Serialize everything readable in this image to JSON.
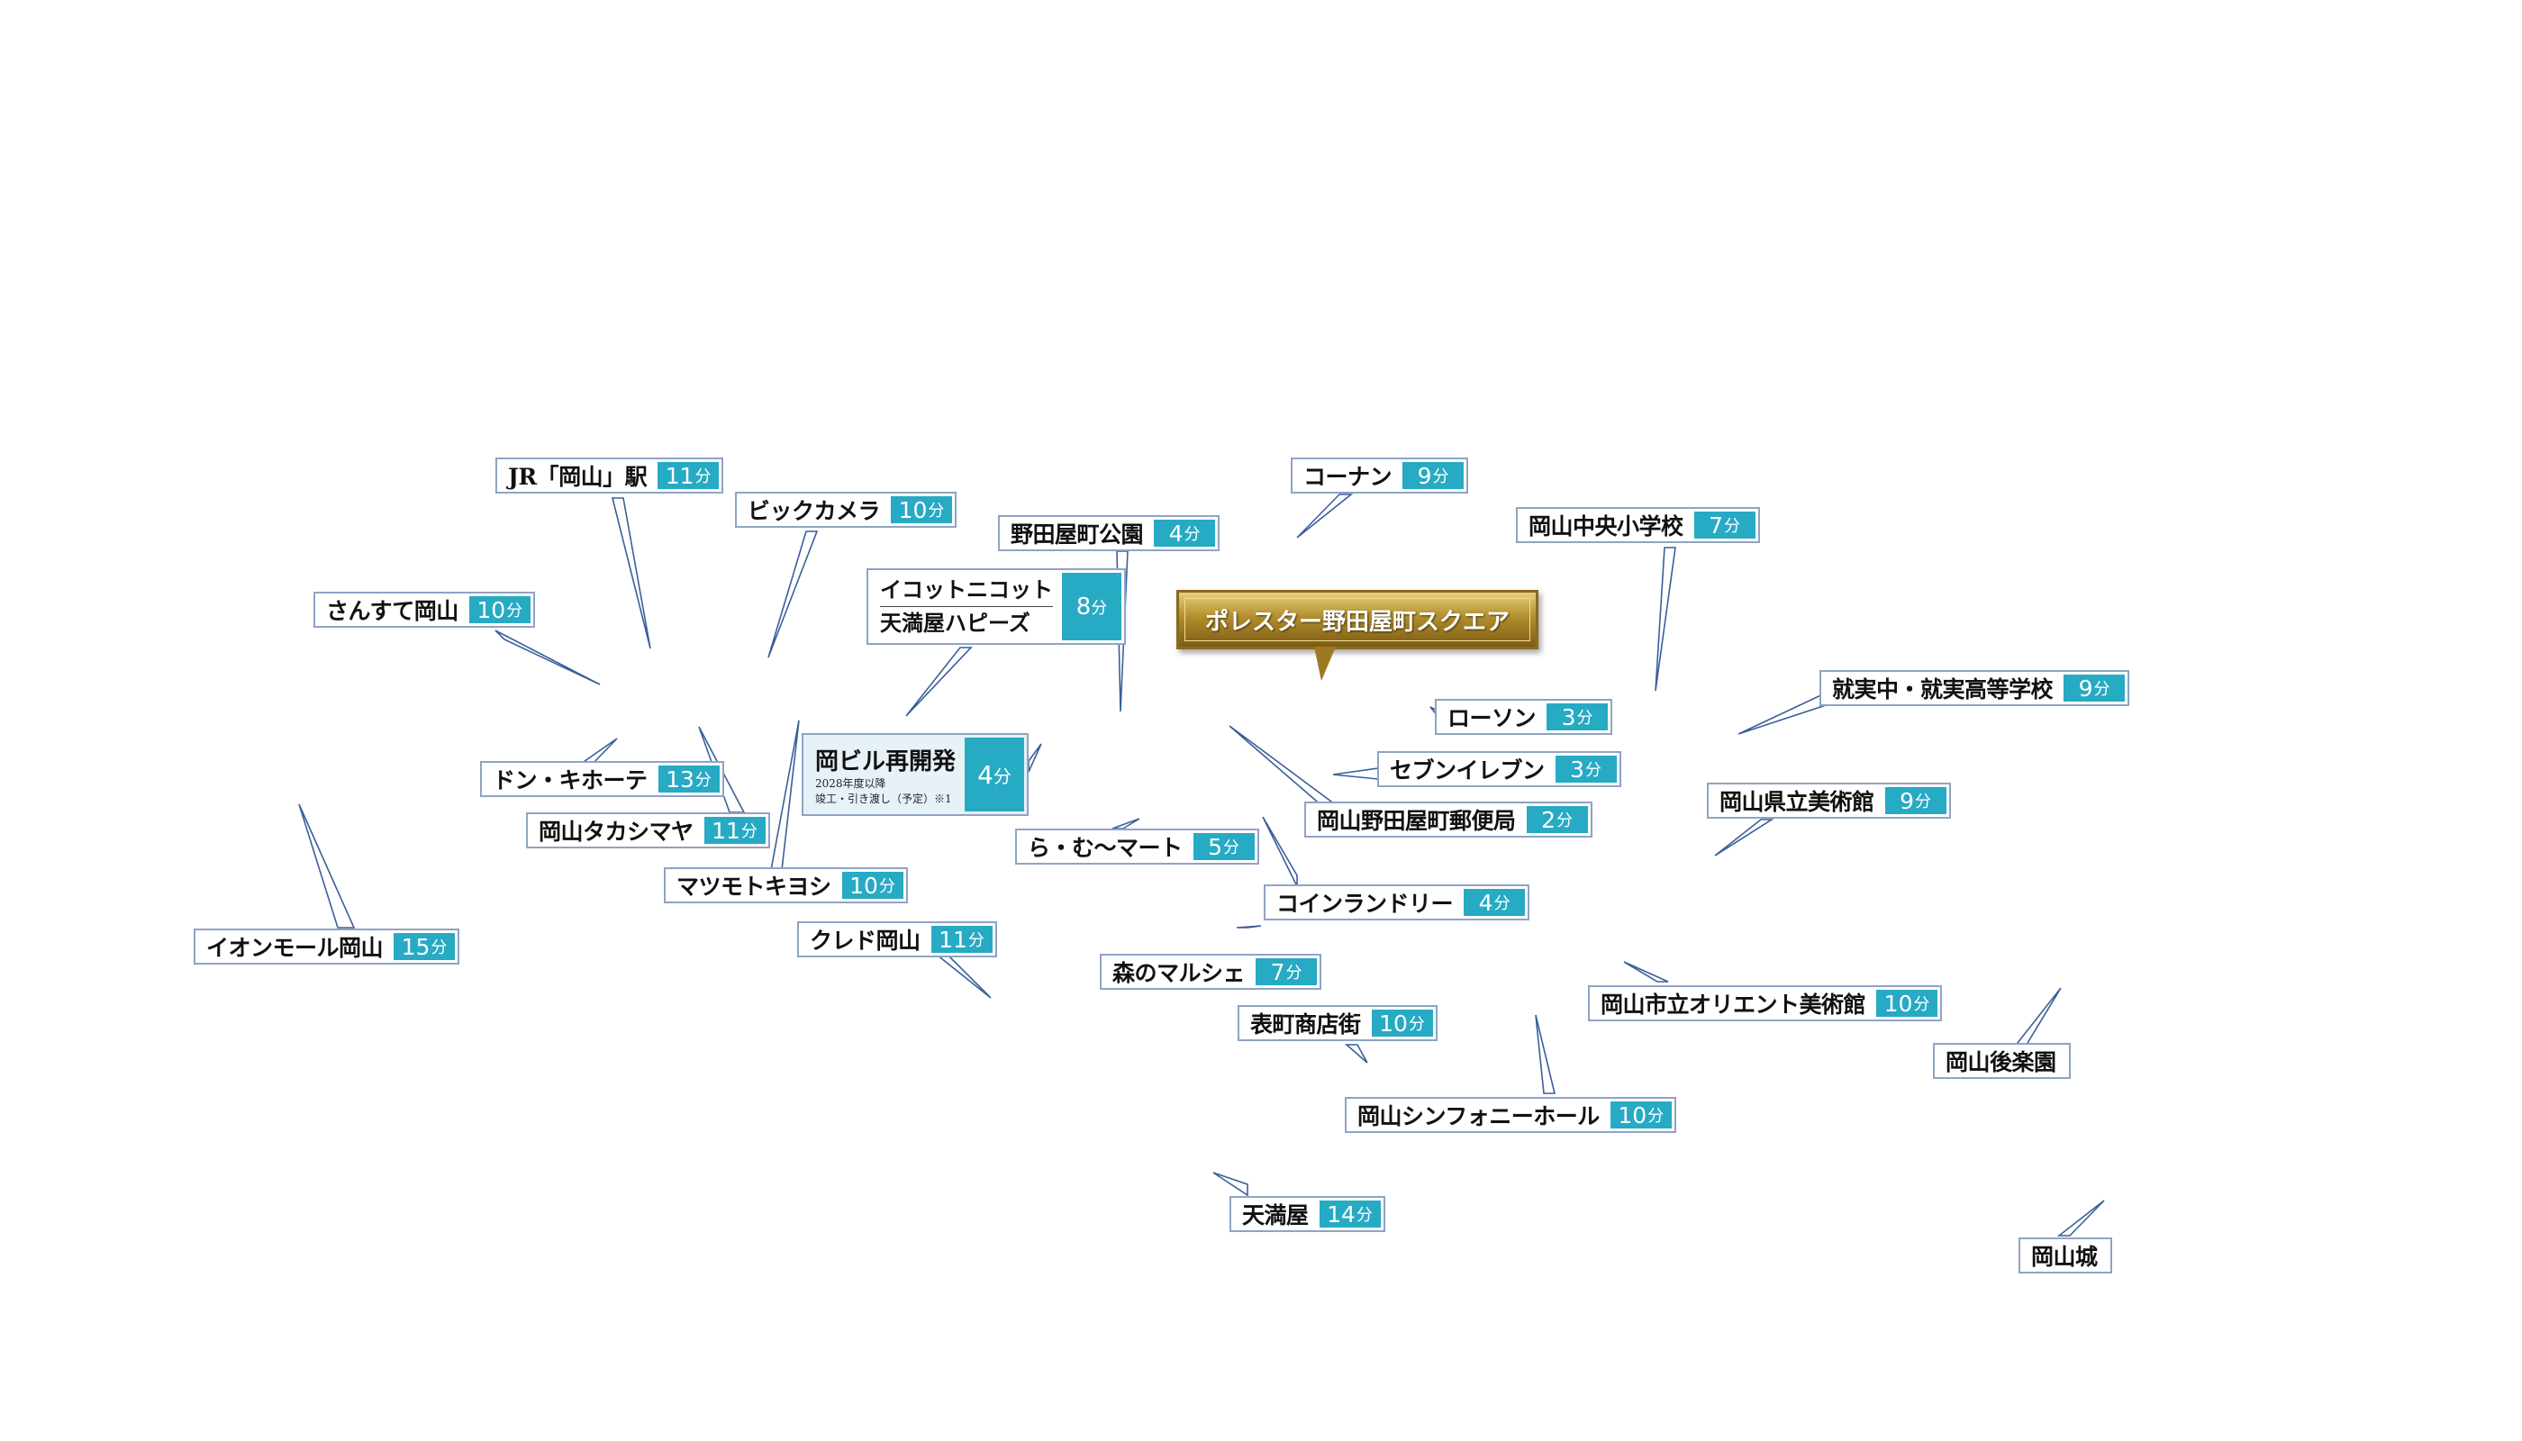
{
  "colors": {
    "time_badge": "#27aac4",
    "label_border": "#8fa3c4",
    "leader_line": "#3a5f9a",
    "property_gold": "#b28e2c"
  },
  "property": {
    "name": "ポレスター野田屋町スクエア"
  },
  "labels": {
    "jr_okayama": {
      "name": "JR「岡山」駅",
      "num": "11",
      "unit": "分"
    },
    "bic_camera": {
      "name": "ビックカメラ",
      "num": "10",
      "unit": "分"
    },
    "sansute": {
      "name": "さんすて岡山",
      "num": "10",
      "unit": "分"
    },
    "donki": {
      "name": "ドン・キホーテ",
      "num": "13",
      "unit": "分"
    },
    "takashimaya": {
      "name": "岡山タカシマヤ",
      "num": "11",
      "unit": "分"
    },
    "matsumoto": {
      "name": "マツモトキヨシ",
      "num": "10",
      "unit": "分"
    },
    "aeon": {
      "name": "イオンモール岡山",
      "num": "15",
      "unit": "分"
    },
    "kured": {
      "name": "クレド岡山",
      "num": "11",
      "unit": "分"
    },
    "nodayacho_park": {
      "name": "野田屋町公園",
      "num": "4",
      "unit": "分"
    },
    "konan": {
      "name": "コーナン",
      "num": "9",
      "unit": "分"
    },
    "chuo_school": {
      "name": "岡山中央小学校",
      "num": "7",
      "unit": "分"
    },
    "shujitsu": {
      "name": "就実中・就実高等学校",
      "num": "9",
      "unit": "分"
    },
    "lawson": {
      "name": "ローソン",
      "num": "3",
      "unit": "分"
    },
    "seven": {
      "name": "セブンイレブン",
      "num": "3",
      "unit": "分"
    },
    "post": {
      "name": "岡山野田屋町郵便局",
      "num": "2",
      "unit": "分"
    },
    "pref_museum": {
      "name": "岡山県立美術館",
      "num": "9",
      "unit": "分"
    },
    "ramu": {
      "name": "ら・む～マート",
      "num": "5",
      "unit": "分"
    },
    "coin_laundry": {
      "name": "コインランドリー",
      "num": "4",
      "unit": "分"
    },
    "mori": {
      "name": "森のマルシェ",
      "num": "7",
      "unit": "分"
    },
    "omotecho": {
      "name": "表町商店街",
      "num": "10",
      "unit": "分"
    },
    "orient": {
      "name": "岡山市立オリエント美術館",
      "num": "10",
      "unit": "分"
    },
    "symphony": {
      "name": "岡山シンフォニーホール",
      "num": "10",
      "unit": "分"
    },
    "tenmaya": {
      "name": "天満屋",
      "num": "14",
      "unit": "分"
    },
    "korakuen": {
      "name": "岡山後楽園"
    },
    "castle": {
      "name": "岡山城"
    }
  },
  "iccotto": {
    "line1": "イコットニコット",
    "line2": "天満屋ハピーズ",
    "num": "8",
    "unit": "分"
  },
  "redev": {
    "title": "岡ビル再開発",
    "sub1": "2028年度以降",
    "sub2": "竣工・引き渡し（予定）※1",
    "num": "4",
    "unit": "分"
  }
}
